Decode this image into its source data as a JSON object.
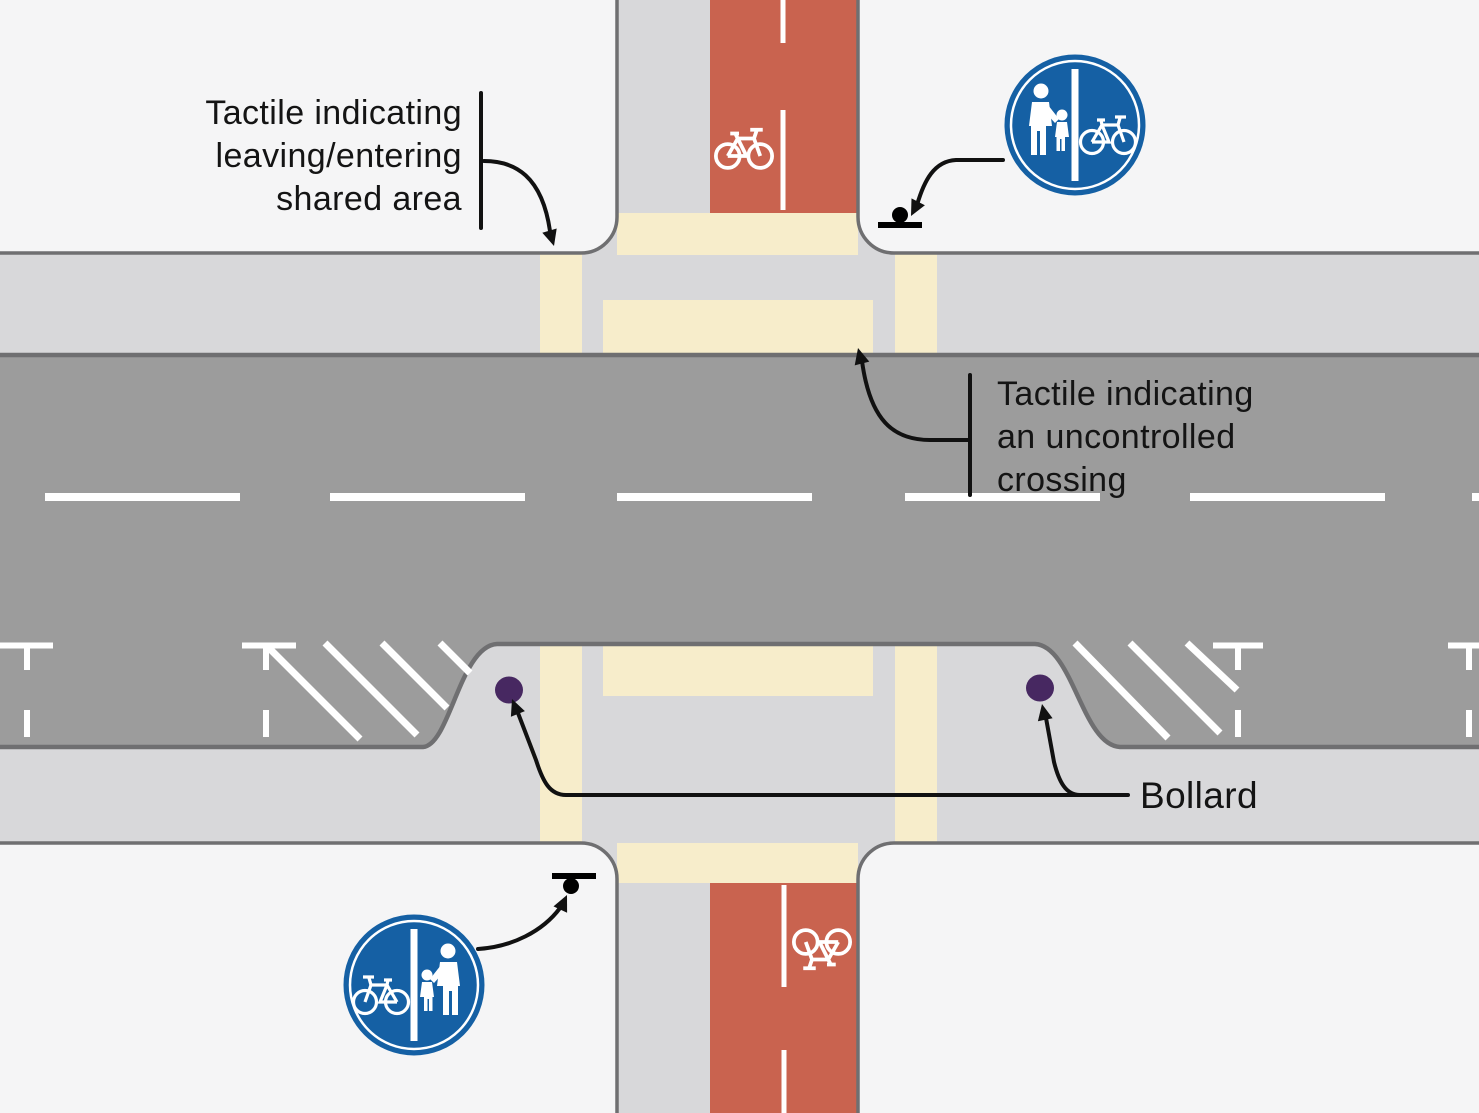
{
  "diagram": {
    "labels": {
      "shared_area": [
        "Tactile indicating",
        "leaving/entering",
        "shared area"
      ],
      "uncontrolled": [
        "Tactile indicating",
        "an uncontrolled",
        "crossing"
      ],
      "bollard": "Bollard"
    },
    "colors": {
      "carriageway": "#9C9C9C",
      "footway": "#D8D8DA",
      "cycle_track": "#C9634F",
      "tactile_paving": "#F7EDCB",
      "off_road_area": "#F5F5F6",
      "outline": "#6F6F71",
      "bollard": "#472861",
      "sign_blue": "#1560A4",
      "road_marking": "#FFFFFF",
      "annotation": "#111111"
    },
    "icons": [
      "segregated-shared-path-sign-icon (pedestrians left / cycle right)",
      "segregated-shared-path-sign-icon (cycle left / pedestrians right)",
      "bicycle-symbol-icon (northbound track)",
      "bicycle-symbol-icon (southbound track, rotated 180)",
      "sign-post-icon (top)",
      "sign-post-icon (bottom)",
      "bollard-dot-icon (left)",
      "bollard-dot-icon (right)"
    ]
  }
}
